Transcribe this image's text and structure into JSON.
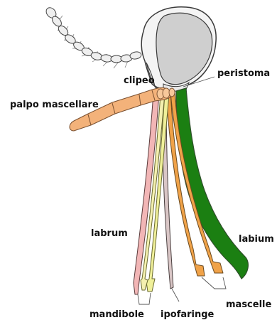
{
  "labels": {
    "clipeo": "clipeo",
    "peristoma": "peristoma",
    "palpo": "palpo mascellare",
    "labrum": "labrum",
    "labium": "labium",
    "mandibole": "mandibole",
    "ipofaringe": "ipofaringe",
    "mascelle": "mascelle"
  },
  "colors": {
    "labrum": "#f2b6b6",
    "mandibole": "#f0f09a",
    "ipofaringe": "#d9c6c6",
    "mascelle": "#f0a248",
    "labium": "#1b7f12",
    "palpo": "#f3b27a",
    "head": "#cfcfcf",
    "outline": "#3a3a3a"
  }
}
